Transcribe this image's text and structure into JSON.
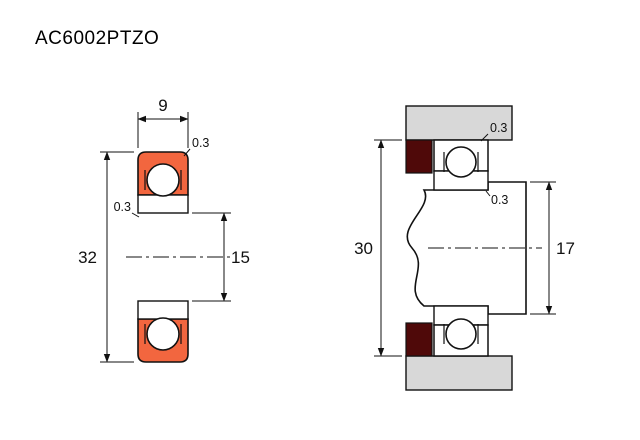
{
  "title": "AC6002PTZO",
  "left_view": {
    "width": "9",
    "outer_diameter": "32",
    "bore_diameter": "15",
    "outer_chamfer": "0.3",
    "bore_chamfer": "0.3"
  },
  "right_view": {
    "housing_fillet": "0.3",
    "shaft_fillet": "0.3",
    "housing_shoulder_diameter": "30",
    "shaft_shoulder_diameter": "17"
  },
  "colors": {
    "ring": "#f2663f",
    "housing": "#d8d8d8",
    "dark_red": "#4f0909",
    "line": "#111111",
    "background": "#ffffff"
  }
}
